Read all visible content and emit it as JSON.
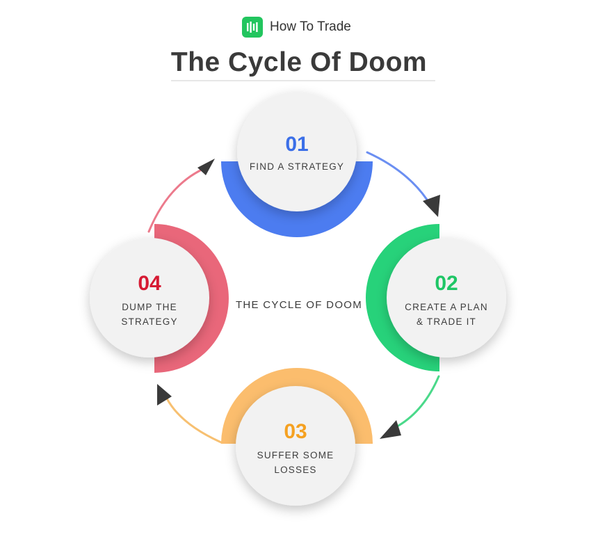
{
  "brand": {
    "name": "How To Trade",
    "logo_icon": "chart-bars-icon",
    "color": "#22c55e"
  },
  "title": "The Cycle Of Doom",
  "center_label": "THE CYCLE OF DOOM",
  "steps": [
    {
      "number": "01",
      "label": "FIND A STRATEGY",
      "color": "#4c7cf0"
    },
    {
      "number": "02",
      "label": "CREATE A PLAN\n& TRADE IT",
      "color": "#22cc6a"
    },
    {
      "number": "03",
      "label": "SUFFER SOME\nLOSSES",
      "color": "#f5a93d"
    },
    {
      "number": "04",
      "label": "DUMP THE\nSTRATEGY",
      "color": "#dd1f3a"
    }
  ]
}
